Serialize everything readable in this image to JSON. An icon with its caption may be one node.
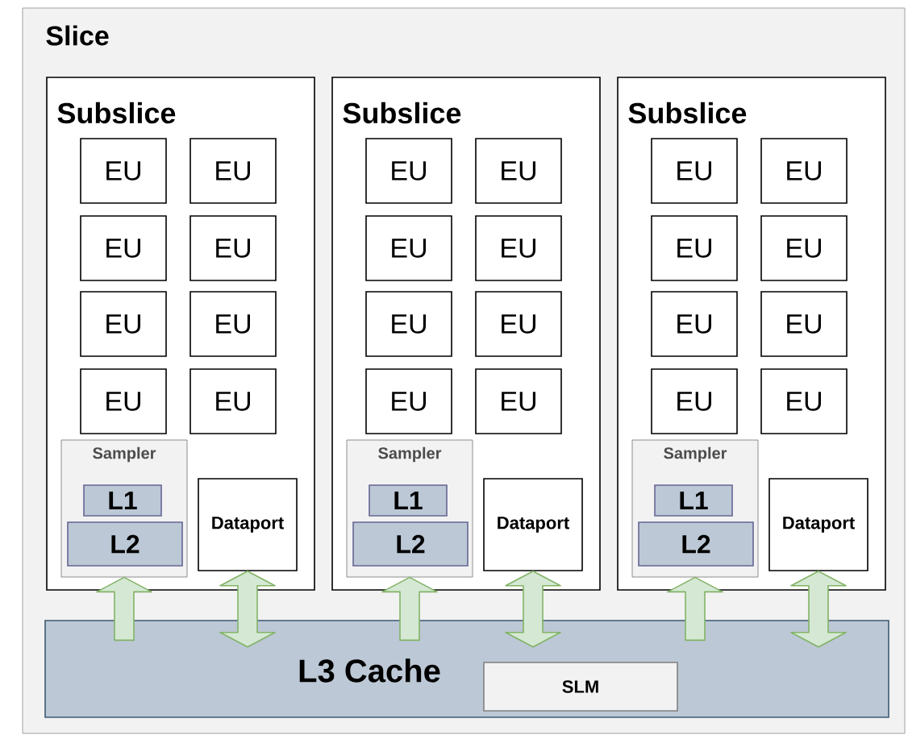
{
  "diagram": {
    "nodes": [
      {
        "text": [
          "Slice"
        ]
      },
      {
        "text": [
          "Subslice"
        ],
        "in": 0
      },
      {
        "text": [
          "EU"
        ],
        "in": 1
      },
      {
        "text": [
          "EU"
        ],
        "in": 1
      },
      {
        "text": [
          "EU"
        ],
        "in": 1
      },
      {
        "text": [
          "EU"
        ],
        "in": 1
      },
      {
        "text": [
          "EU"
        ],
        "in": 1
      },
      {
        "text": [
          "EU"
        ],
        "in": 1
      },
      {
        "text": [
          "EU"
        ],
        "in": 1
      },
      {
        "text": [
          "EU"
        ],
        "in": 1
      },
      {
        "text": [
          "Sampler"
        ],
        "in": 1
      },
      {
        "text": [
          "L1"
        ],
        "in": 10
      },
      {
        "text": [
          "L2"
        ],
        "in": 10
      },
      {
        "text": [
          "Dataport"
        ],
        "in": 1
      },
      {
        "text": [
          "Subslice"
        ],
        "in": 0
      },
      {
        "text": [
          "EU"
        ],
        "in": 14
      },
      {
        "text": [
          "EU"
        ],
        "in": 14
      },
      {
        "text": [
          "EU"
        ],
        "in": 14
      },
      {
        "text": [
          "EU"
        ],
        "in": 14
      },
      {
        "text": [
          "EU"
        ],
        "in": 14
      },
      {
        "text": [
          "EU"
        ],
        "in": 14
      },
      {
        "text": [
          "EU"
        ],
        "in": 14
      },
      {
        "text": [
          "EU"
        ],
        "in": 14
      },
      {
        "text": [
          "Sampler"
        ],
        "in": 14
      },
      {
        "text": [
          "L1"
        ],
        "in": 23
      },
      {
        "text": [
          "L2"
        ],
        "in": 23
      },
      {
        "text": [
          "Dataport"
        ],
        "in": 14
      },
      {
        "text": [
          "Subslice"
        ],
        "in": 0
      },
      {
        "text": [
          "EU"
        ],
        "in": 27
      },
      {
        "text": [
          "EU"
        ],
        "in": 27
      },
      {
        "text": [
          "EU"
        ],
        "in": 27
      },
      {
        "text": [
          "EU"
        ],
        "in": 27
      },
      {
        "text": [
          "EU"
        ],
        "in": 27
      },
      {
        "text": [
          "EU"
        ],
        "in": 27
      },
      {
        "text": [
          "EU"
        ],
        "in": 27
      },
      {
        "text": [
          "EU"
        ],
        "in": 27
      },
      {
        "text": [
          "Sampler"
        ],
        "in": 27
      },
      {
        "text": [
          "L1"
        ],
        "in": 36
      },
      {
        "text": [
          "L2"
        ],
        "in": 36
      },
      {
        "text": [
          "Dataport"
        ],
        "in": 27
      },
      {
        "text": [
          "L3 Cache"
        ],
        "in": 0
      },
      {
        "text": [
          "SLM"
        ],
        "in": 40
      }
    ],
    "edges": [
      {
        "from": 40,
        "to": 10,
        "arrow": "to"
      },
      {
        "from": 13,
        "to": 40,
        "arrow": "both"
      },
      {
        "from": 40,
        "to": 23,
        "arrow": "to"
      },
      {
        "from": 26,
        "to": 40,
        "arrow": "both"
      },
      {
        "from": 40,
        "to": 36,
        "arrow": "to"
      },
      {
        "from": 39,
        "to": 40,
        "arrow": "both"
      }
    ]
  }
}
